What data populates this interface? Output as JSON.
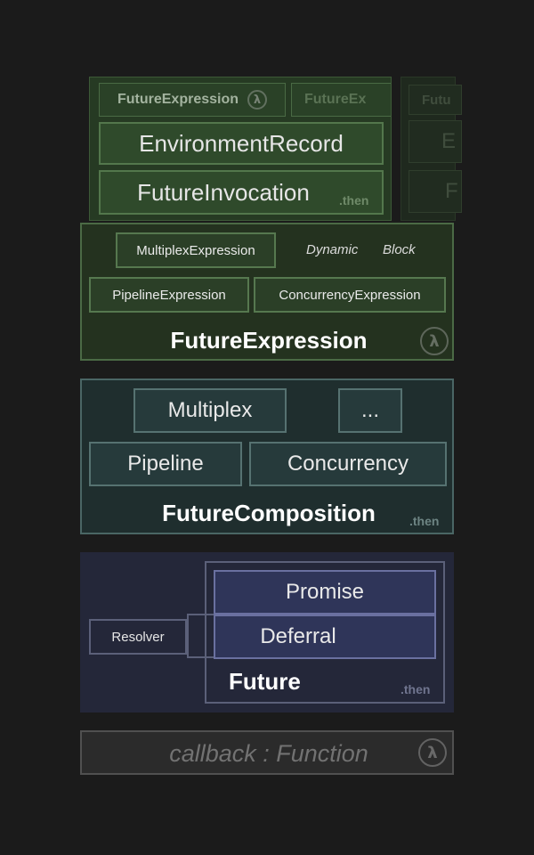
{
  "top_panel": {
    "tab_1": "FutureExpression",
    "tab_2": "FutureEx",
    "tab_3": "Futu",
    "environment_record": "EnvironmentRecord",
    "future_invocation": "FutureInvocation",
    "right_frag_1": "E",
    "right_frag_2": "F",
    "then": ".then"
  },
  "future_expression": {
    "multiplex": "MultiplexExpression",
    "dynamic": "Dynamic",
    "block": "Block",
    "pipeline": "PipelineExpression",
    "concurrency": "ConcurrencyExpression",
    "title": "FutureExpression",
    "lambda": "λ"
  },
  "future_composition": {
    "multiplex": "Multiplex",
    "ellipsis": "...",
    "pipeline": "Pipeline",
    "concurrency": "Concurrency",
    "title": "FutureComposition",
    "then": ".then"
  },
  "future": {
    "resolver": "Resolver",
    "promise": "Promise",
    "deferral": "Deferral",
    "title": "Future",
    "then": ".then"
  },
  "callback": {
    "label": "callback : Function",
    "lambda": "λ"
  },
  "colors": {
    "background": "#1b1b1b",
    "expression_green": "#24321f",
    "composition_teal": "#1f2e2e",
    "future_blue": "#242739"
  }
}
